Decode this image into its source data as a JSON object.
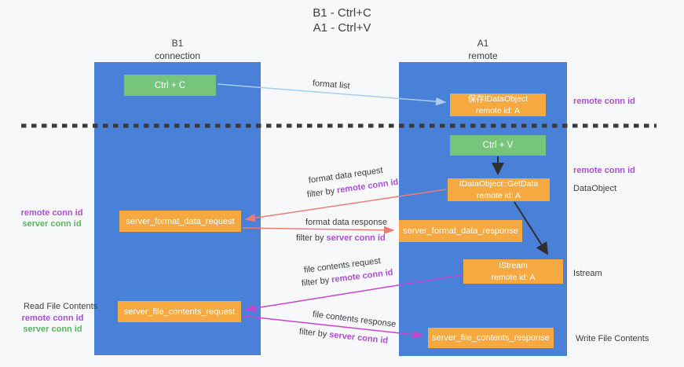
{
  "title": {
    "line1": "B1 - Ctrl+C",
    "line2": "A1 - Ctrl+V"
  },
  "columns": {
    "left": {
      "name": "B1",
      "role": "connection"
    },
    "right": {
      "name": "A1",
      "role": "remote"
    }
  },
  "nodes": {
    "ctrl_c": {
      "label": "Ctrl + C"
    },
    "ctrl_v": {
      "label": "Ctrl + V"
    },
    "save_dataobject": {
      "line1": "保存IDataObject",
      "line2": "remote id: A"
    },
    "getdata": {
      "line1": "IDataObject::GetData",
      "line2": "remote id: A"
    },
    "istream": {
      "line1": "IStream",
      "line2": "remote id: A"
    },
    "format_request": {
      "label": "server_format_data_request"
    },
    "format_response": {
      "label": "server_format_data_response"
    },
    "file_request": {
      "label": "server_file_contents_request"
    },
    "file_response": {
      "label": "server_file_contents_response"
    }
  },
  "edge_labels": {
    "format_list": "format list",
    "format_data_request": "format data request",
    "format_data_response": "format data response",
    "file_contents_request": "file contents request",
    "file_contents_response": "file contents response",
    "filter_by": "filter by",
    "remote_conn_id": "remote conn id",
    "server_conn_id": "server conn id"
  },
  "side_labels": {
    "remote_conn_id": "remote conn id",
    "server_conn_id": "server conn id",
    "dataobject": "DataObject",
    "istream": "Istream",
    "read_file_contents": "Read File Contents",
    "write_file_contents": "Write File Contents"
  },
  "colors": {
    "column_blue": "#4a81d8",
    "box_orange": "#f7a941",
    "box_green": "#77c47d",
    "purple_text": "#ab4fd3",
    "green_text": "#57b75f",
    "arrow_light_blue": "#a8cdf0",
    "arrow_red": "#ed7d74",
    "arrow_magenta": "#c645cb",
    "arrow_black": "#2f2f2f",
    "dashed_line": "#3a3a3a",
    "background": "#f7f8fa"
  }
}
